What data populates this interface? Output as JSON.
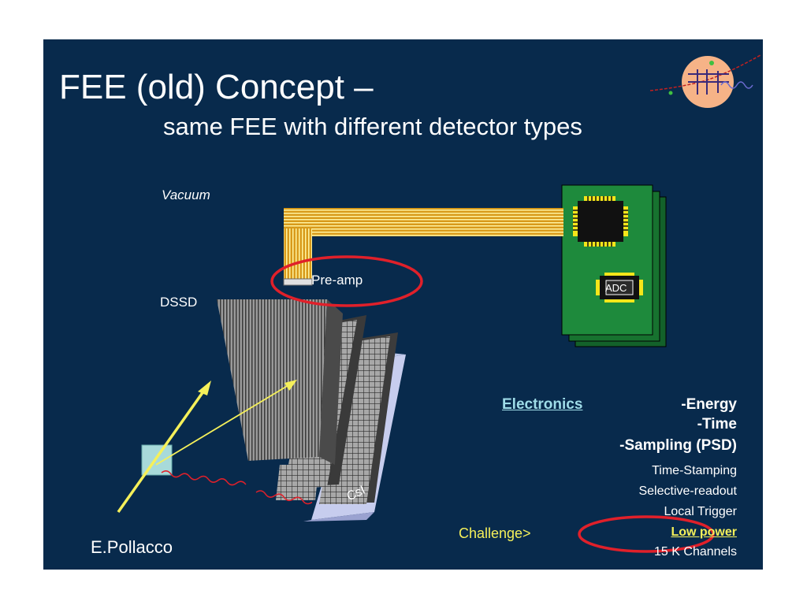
{
  "slide": {
    "title": "FEE (old) Concept –",
    "subtitle": "same FEE with different detector types",
    "labels": {
      "vacuum": "Vacuum",
      "dssd": "DSSD",
      "preamp": "Pre-amp",
      "adc": "ADC",
      "csi": "CsI"
    },
    "author": "E.Pollacco",
    "electronics": {
      "heading": "Electronics",
      "items": [
        "-Energy",
        "-Time",
        "-Sampling (PSD)",
        "Time-Stamping",
        "Selective-readout",
        "Local Trigger",
        "Low power",
        "15 K Channels"
      ]
    },
    "challenge": "Challenge>"
  },
  "colors": {
    "background": "#082a4c",
    "highlight": "#f5f05a",
    "circle": "#e0202a",
    "board": "#1e8a3c",
    "cable": "#d89a1a"
  }
}
